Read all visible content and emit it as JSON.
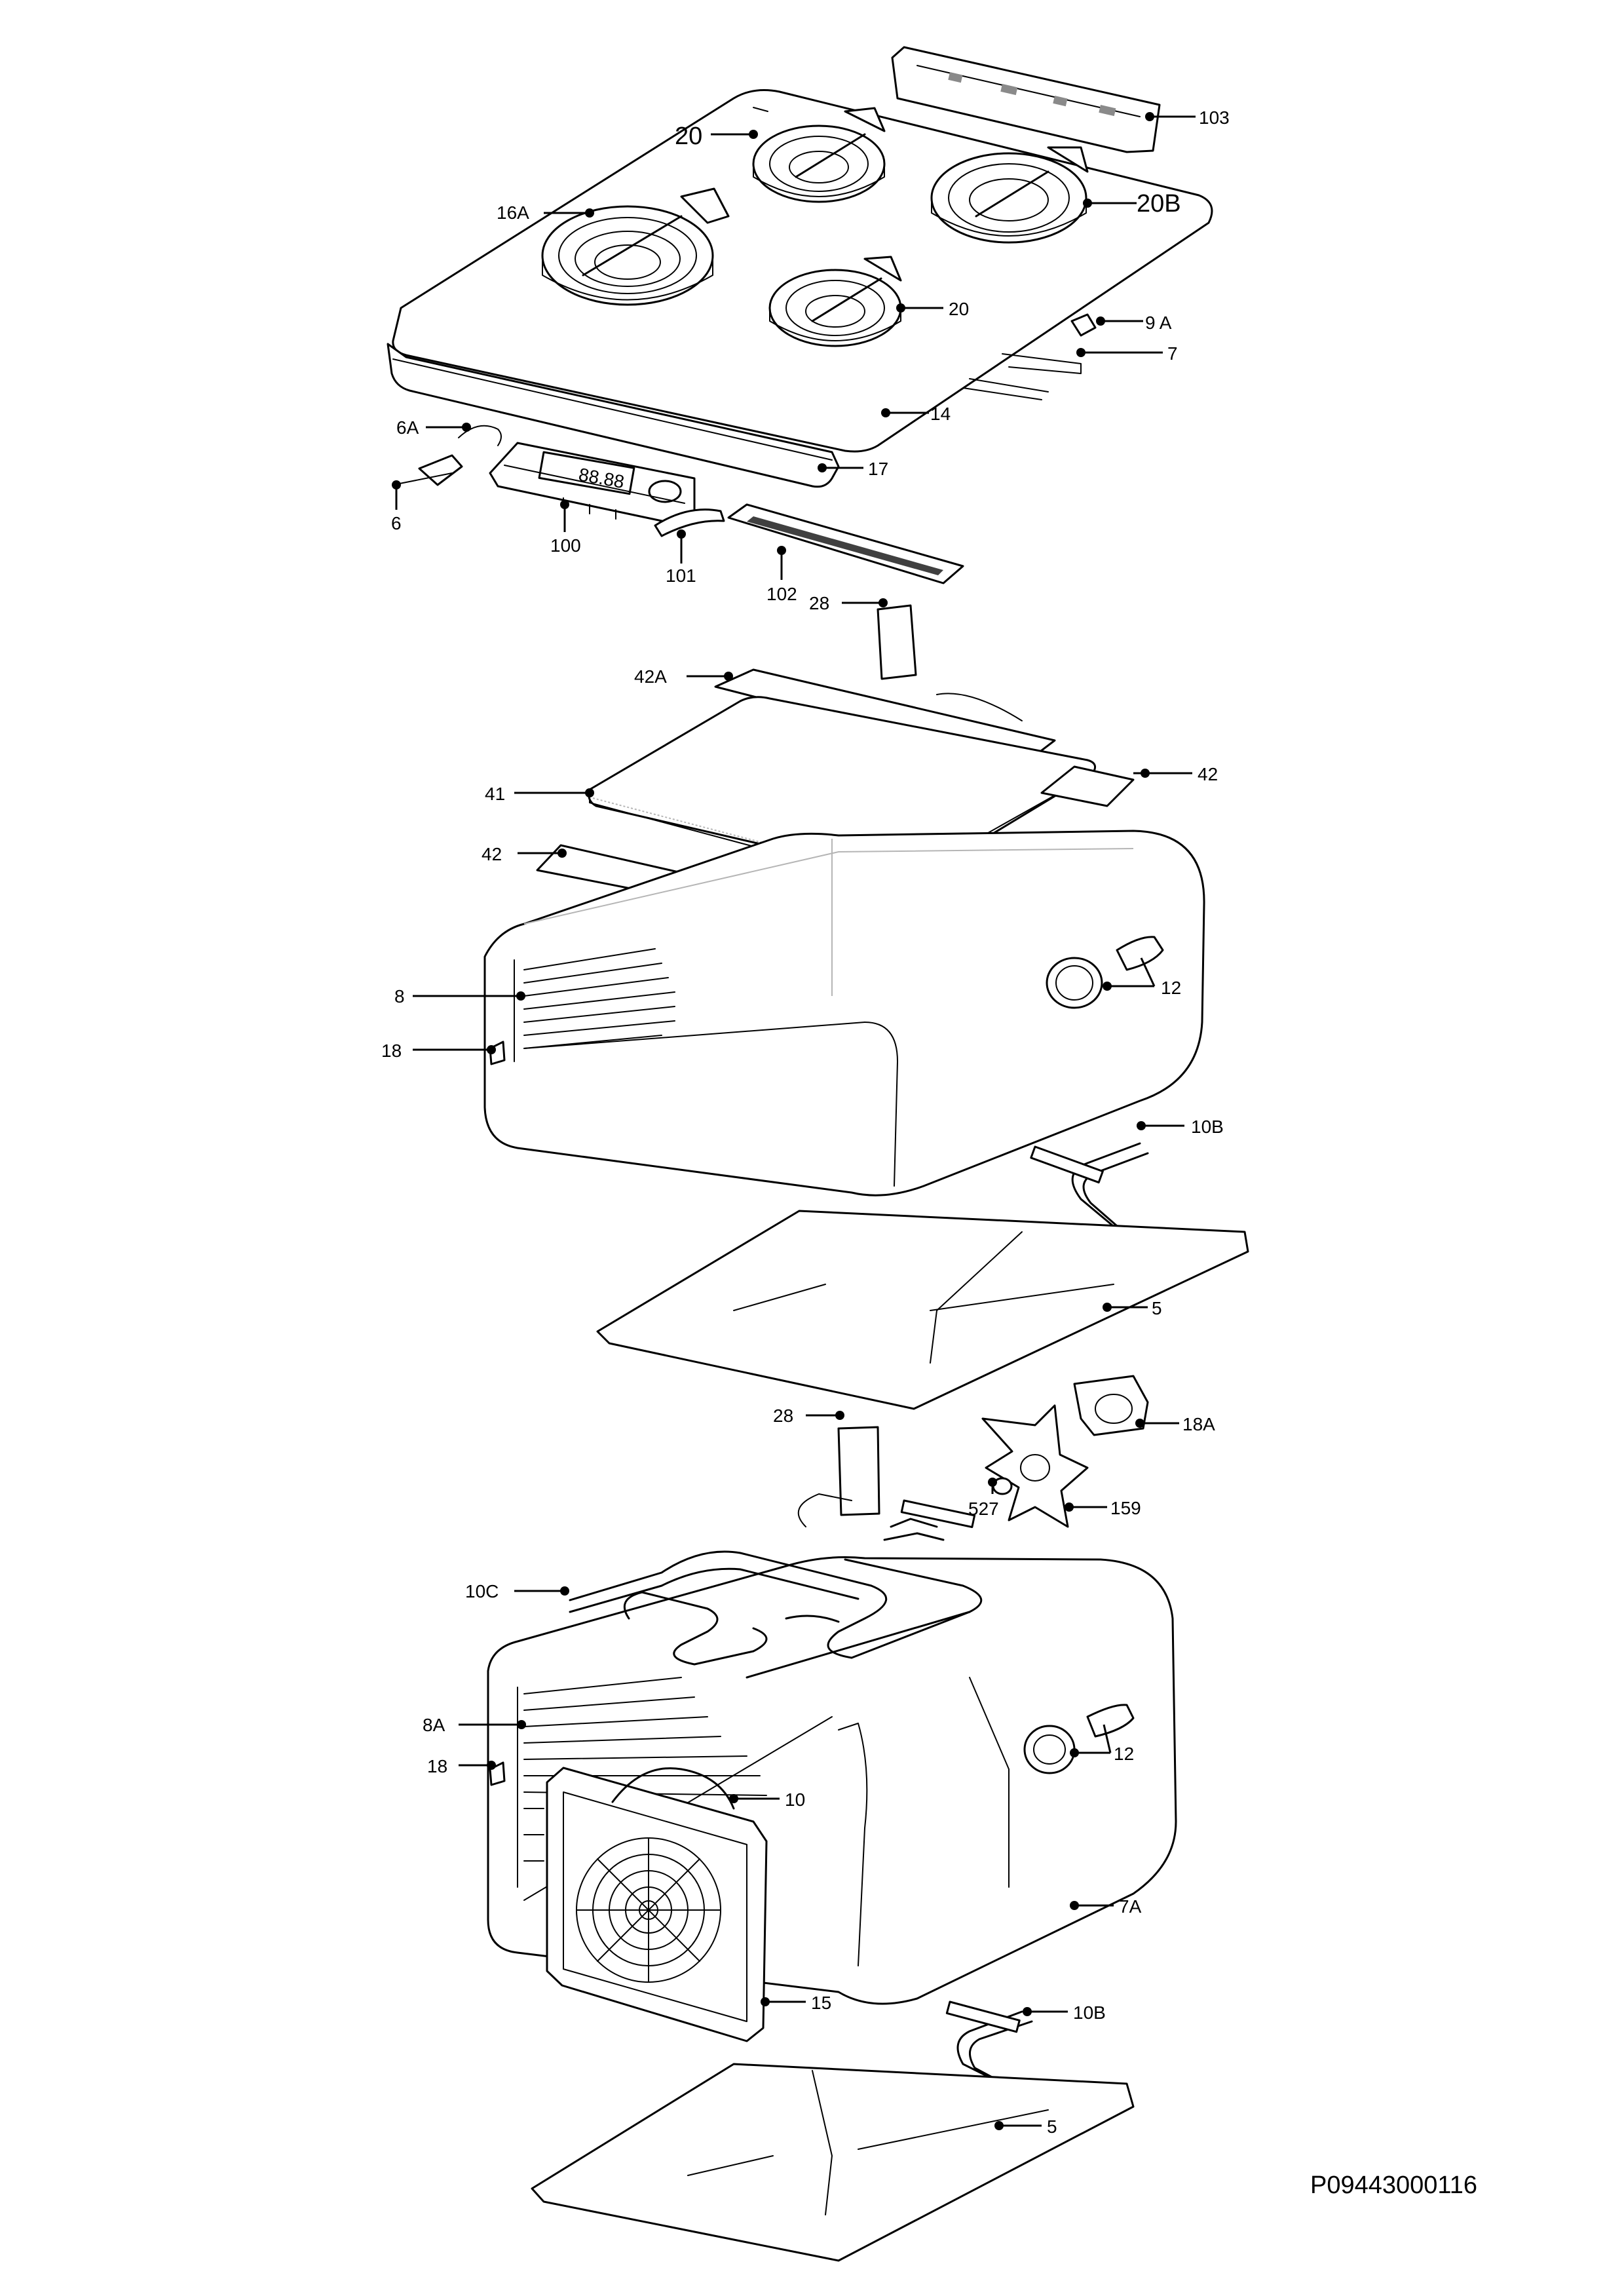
{
  "diagram_code": "P09443000116",
  "labels": {
    "p103": "103",
    "p20a": "20",
    "p16a": "16A",
    "p20b": "20B",
    "p20c": "20",
    "p9a": "9 A",
    "p7": "7",
    "p14": "14",
    "p6a": "6A",
    "p17": "17",
    "p6": "6",
    "p100": "100",
    "p101": "101",
    "p102": "102",
    "p28a": "28",
    "p42a": "42A",
    "p42r": "42",
    "p41": "41",
    "p42l": "42",
    "p12a": "12",
    "p8": "8",
    "p18": "18",
    "p10b1": "10B",
    "p5a": "5",
    "p28b": "28",
    "p18a": "18A",
    "p527": "527",
    "p159": "159",
    "p10c": "10C",
    "p8a": "8A",
    "p12b": "12",
    "p18b": "18",
    "p10": "10",
    "p7a": "7A",
    "p15": "15",
    "p10b2": "10B",
    "p5b": "5"
  },
  "display_text": "88.88"
}
